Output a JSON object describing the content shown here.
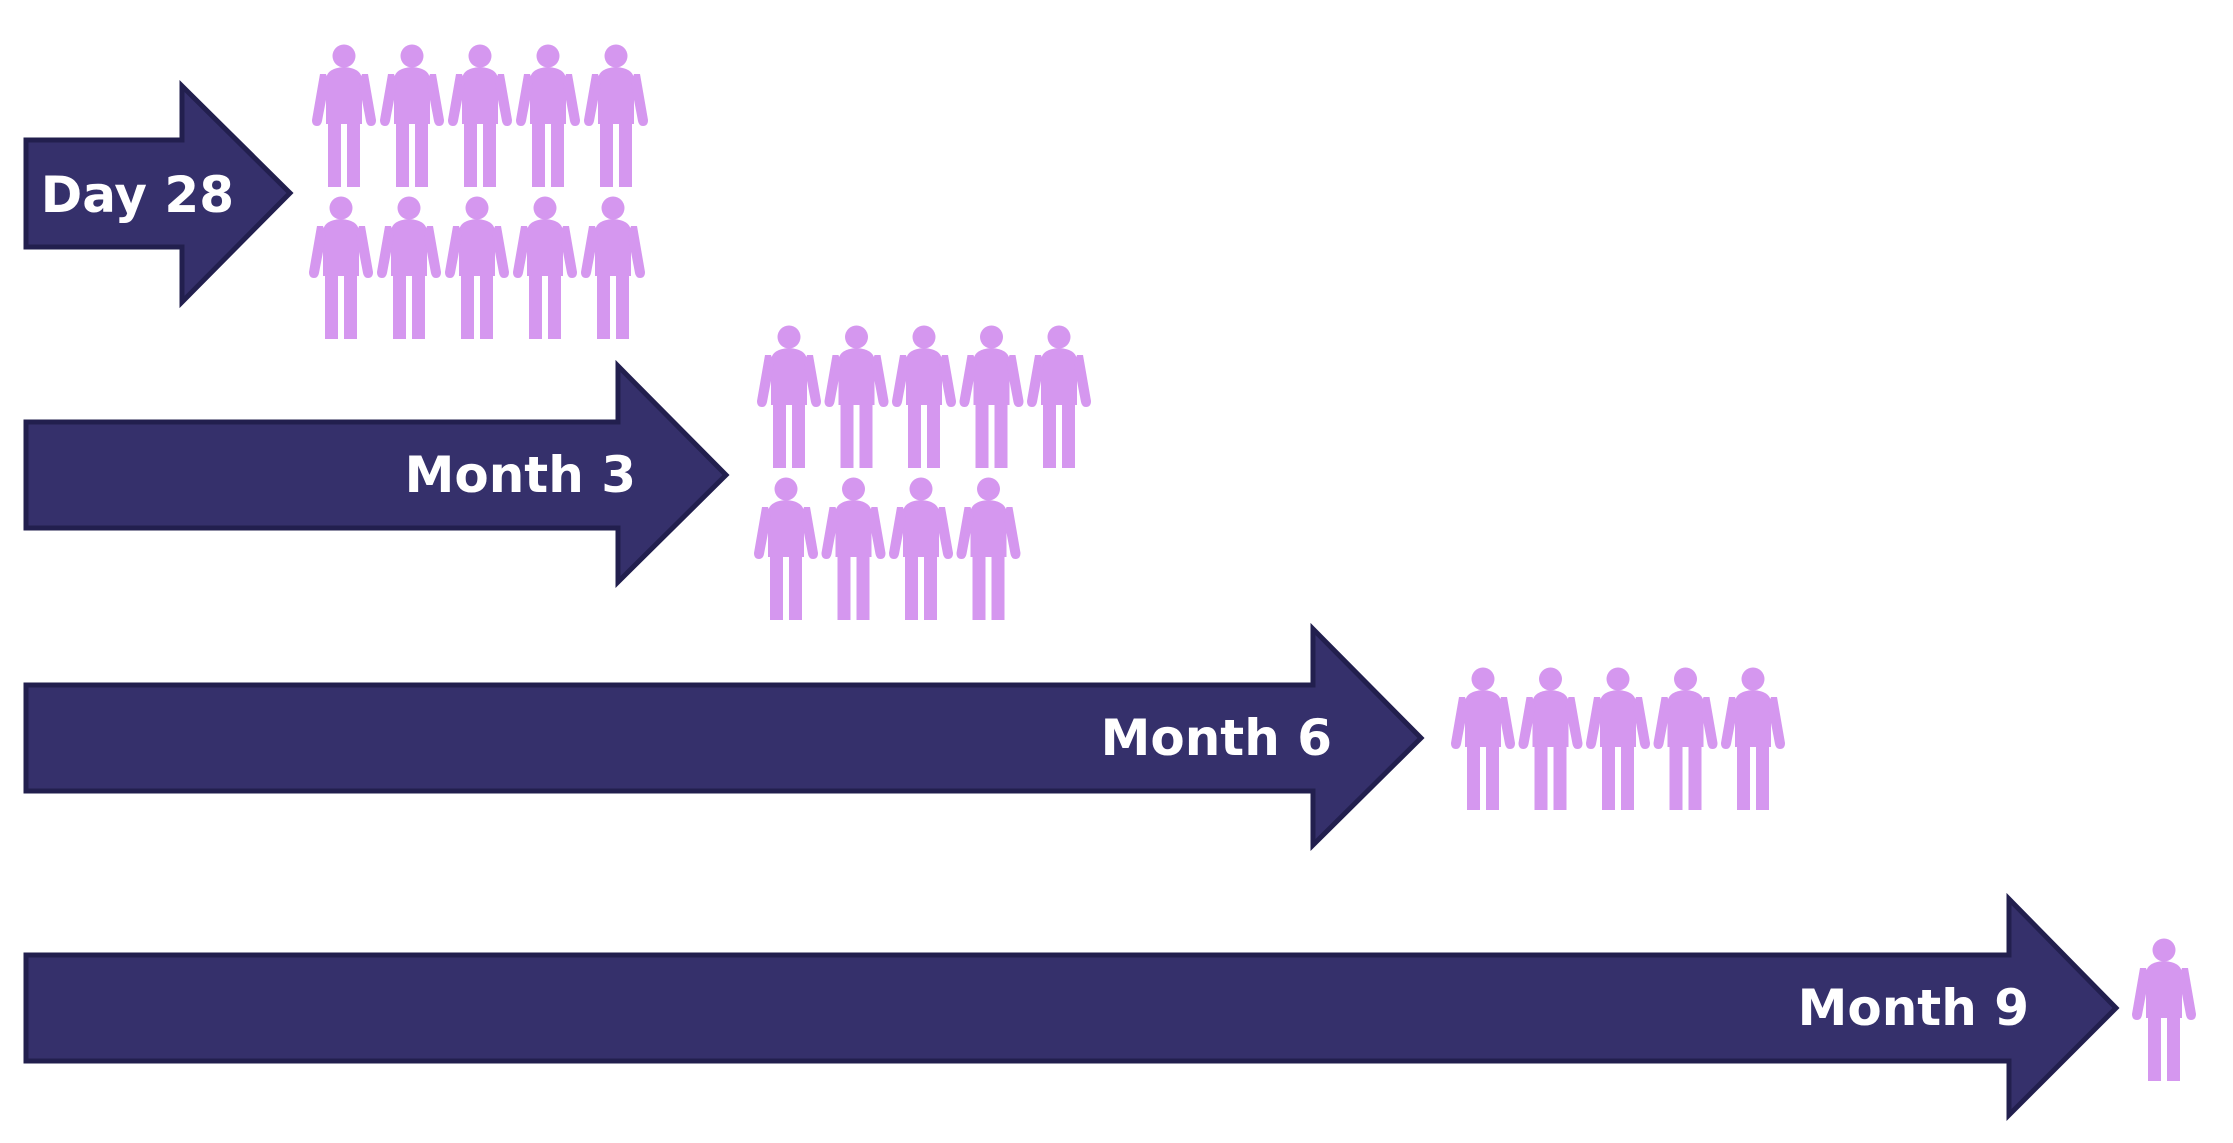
{
  "colors": {
    "arrow_fill": "#35306b",
    "arrow_stroke": "#221f4e",
    "person": "#d597ef"
  },
  "rows": [
    {
      "label": "Day 28",
      "people": 10
    },
    {
      "label": "Month 3",
      "people": 9
    },
    {
      "label": "Month 6",
      "people": 5
    },
    {
      "label": "Month 9",
      "people": 1
    }
  ]
}
